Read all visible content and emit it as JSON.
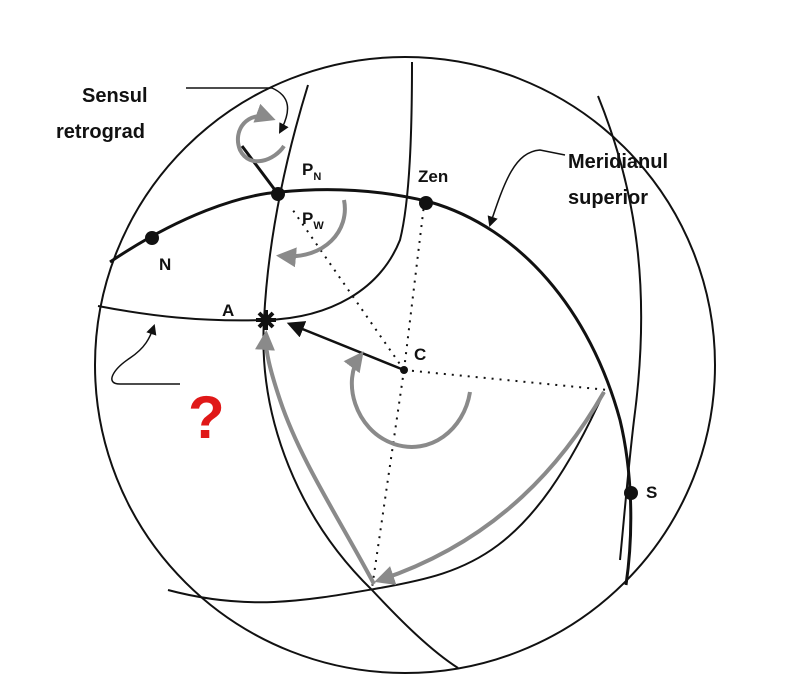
{
  "labels": {
    "sensul_line1": "Sensul",
    "sensul_line2": "retrograd",
    "meridianul_line1": "Meridianul",
    "meridianul_line2": "superior",
    "pn_main": "P",
    "pn_sub": "N",
    "pw_main": "P",
    "pw_sub": "W",
    "zen": "Zen",
    "n": "N",
    "a": "A",
    "c": "C",
    "s": "S",
    "question": "?"
  },
  "colors": {
    "line": "#111111",
    "arrow_gray": "#8a8a8a",
    "question": "#e01818"
  }
}
